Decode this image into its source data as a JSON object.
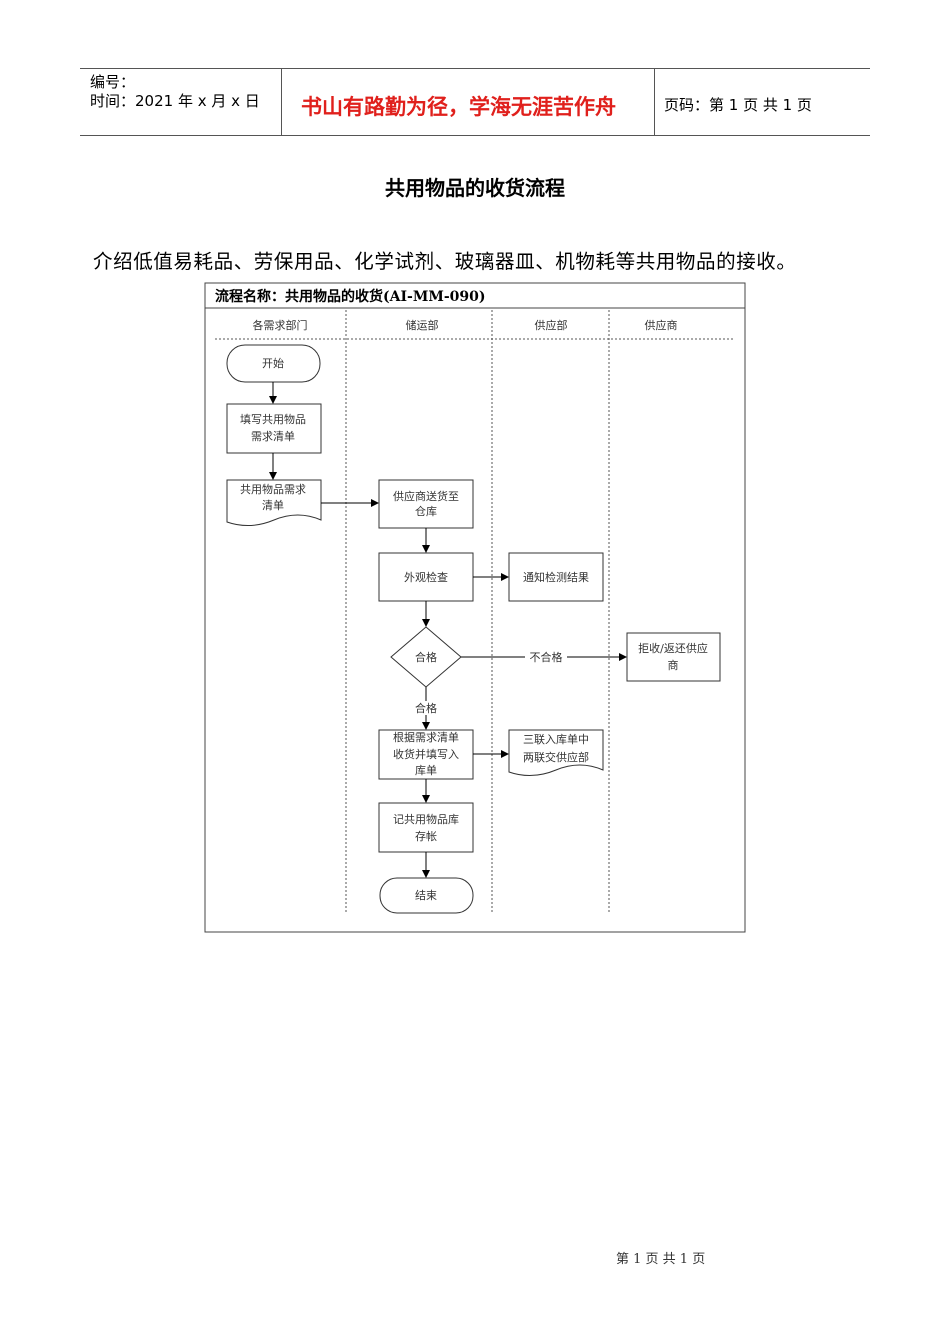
{
  "header": {
    "number_label": "编号：",
    "date_label": "时间：2021 年 x 月 x 日",
    "motto": "书山有路勤为径，学海无涯苦作舟",
    "page_label": "页码：第 1 页  共 1 页"
  },
  "document": {
    "title": "共用物品的收货流程",
    "intro": "介绍低值易耗品、劳保用品、化学试剂、玻璃器皿、机物耗等共用物品的接收。"
  },
  "flowchart": {
    "name": "流程名称：共用物品的收货(AI-MM-090)",
    "lanes": [
      "各需求部门",
      "储运部",
      "供应部",
      "供应商"
    ],
    "nodes": {
      "start": "开始",
      "fill_list": [
        "填写共用物品",
        "需求清单"
      ],
      "list_doc": [
        "共用物品需求",
        "清单"
      ],
      "deliver": [
        "供应商送货至",
        "仓库"
      ],
      "inspect": "外观检查",
      "notify": "通知检测结果",
      "decision": "合格",
      "reject": [
        "拒收/返还供应",
        "商"
      ],
      "receive": [
        "根据需求清单",
        "收货并填写入",
        "库单"
      ],
      "copies": [
        "三联入库单中",
        "两联交供应部"
      ],
      "record": [
        "记共用物品库",
        "存帐"
      ],
      "end": "结束"
    },
    "labels": {
      "fail": "不合格",
      "pass": "合格"
    }
  },
  "footer": {
    "page": "第  1  页  共  1  页"
  }
}
